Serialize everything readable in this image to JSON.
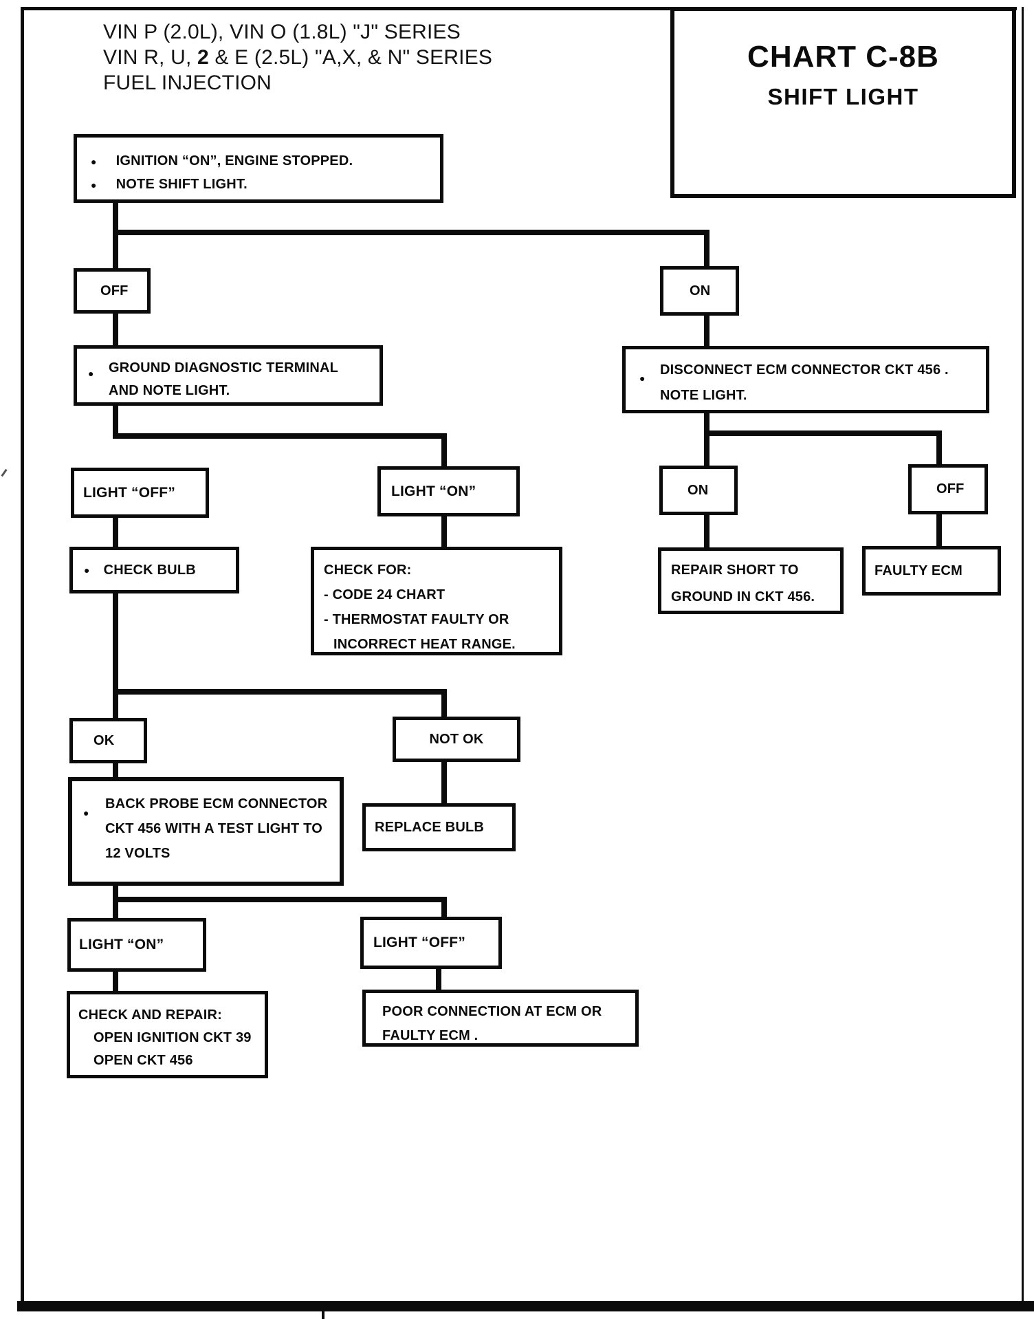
{
  "colors": {
    "ink": "#0b0b0b",
    "paper": "#ffffff"
  },
  "glyphs": {
    "bullet": "●"
  },
  "header": {
    "line1": "VIN P (2.0L), VIN O (1.8L) \"J\" SERIES",
    "line2_pre": "VIN R, U, ",
    "line2_bold": "2",
    "line2_post": " & E (2.5L) \"A,X, & N\" SERIES",
    "line3": "FUEL INJECTION"
  },
  "title": {
    "line1": "CHART C-8B",
    "line2": "SHIFT LIGHT"
  },
  "nodes": {
    "start": {
      "bullets": [
        "IGNITION “ON”, ENGINE STOPPED.",
        "NOTE SHIFT LIGHT."
      ]
    },
    "off1": {
      "label": "OFF"
    },
    "on1": {
      "label": "ON"
    },
    "ground": {
      "line1": "GROUND DIAGNOSTIC TERMINAL",
      "line2": "AND NOTE LIGHT."
    },
    "disconnect": {
      "line1": "DISCONNECT ECM  CONNECTOR CKT 456 .",
      "line2": "NOTE LIGHT."
    },
    "light_off1": {
      "label": "LIGHT “OFF”"
    },
    "light_on1": {
      "label": "LIGHT “ON”"
    },
    "on2": {
      "label": "ON"
    },
    "off2": {
      "label": "OFF"
    },
    "check_bulb": {
      "label": "CHECK BULB"
    },
    "check_for": {
      "lines": [
        "CHECK FOR:",
        "- CODE 24 CHART",
        "- THERMOSTAT FAULTY OR",
        "INCORRECT HEAT RANGE."
      ]
    },
    "repair_short": {
      "line1": "REPAIR SHORT TO",
      "line2": "GROUND IN CKT 456."
    },
    "faulty_ecm": {
      "label": "FAULTY ECM"
    },
    "ok": {
      "label": "OK"
    },
    "not_ok": {
      "label": "NOT OK"
    },
    "back_probe": {
      "lines": [
        "BACK PROBE ECM CONNECTOR",
        "CKT 456 WITH A TEST LIGHT TO",
        "12 VOLTS"
      ]
    },
    "replace_bulb": {
      "label": "REPLACE BULB"
    },
    "light_on2": {
      "label": "LIGHT “ON”"
    },
    "light_off2": {
      "label": "LIGHT “OFF”"
    },
    "check_repair": {
      "lines": [
        "CHECK AND REPAIR:",
        "OPEN IGNITION CKT 39",
        "OPEN CKT 456"
      ]
    },
    "poor_conn": {
      "line1": "POOR CONNECTION AT ECM OR",
      "line2": "FAULTY ECM ."
    }
  }
}
